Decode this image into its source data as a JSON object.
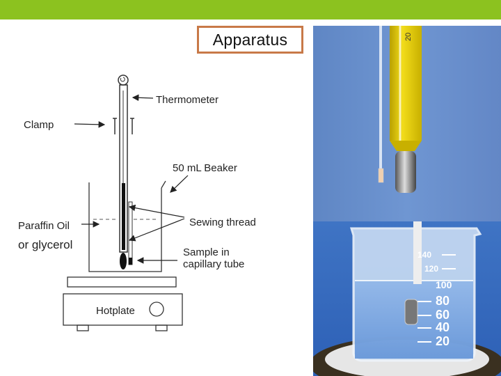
{
  "slide": {
    "title": "Apparatus",
    "accent_color": "#8cc21f",
    "title_border_color": "#c87948"
  },
  "diagram": {
    "labels": {
      "thermometer": "Thermometer",
      "clamp": "Clamp",
      "beaker": "50 mL Beaker",
      "paraffin_line1": "Paraffin Oil",
      "paraffin_line2": "or glycerol",
      "sewing_thread": "Sewing thread",
      "sample_line1": "Sample in",
      "sample_line2": "capillary tube",
      "hotplate": "Hotplate"
    }
  },
  "photo": {
    "thermometer_mark": "20",
    "beaker_marks": [
      "140",
      "120",
      "100",
      "80",
      "60",
      "40",
      "20"
    ]
  }
}
